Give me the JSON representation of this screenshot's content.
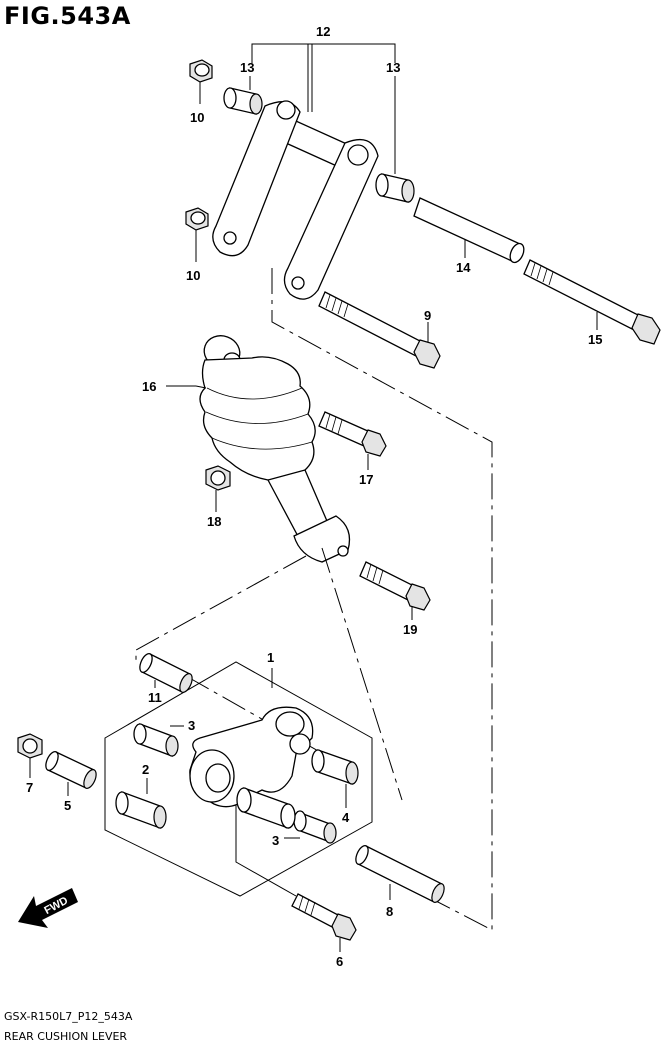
{
  "figure": {
    "title": "FIG.543A",
    "model_code": "GSX-R150L7_P12_543A",
    "section_name": "REAR CUSHION LEVER",
    "fwd_label": "FWD"
  },
  "callouts": [
    {
      "id": "c1",
      "label": "1"
    },
    {
      "id": "c2",
      "label": "2"
    },
    {
      "id": "c3a",
      "label": "3"
    },
    {
      "id": "c3b",
      "label": "3"
    },
    {
      "id": "c4",
      "label": "4"
    },
    {
      "id": "c5",
      "label": "5"
    },
    {
      "id": "c6",
      "label": "6"
    },
    {
      "id": "c7",
      "label": "7"
    },
    {
      "id": "c8",
      "label": "8"
    },
    {
      "id": "c9",
      "label": "9"
    },
    {
      "id": "c10a",
      "label": "10"
    },
    {
      "id": "c10b",
      "label": "10"
    },
    {
      "id": "c11",
      "label": "11"
    },
    {
      "id": "c12",
      "label": "12"
    },
    {
      "id": "c13a",
      "label": "13"
    },
    {
      "id": "c13b",
      "label": "13"
    },
    {
      "id": "c14",
      "label": "14"
    },
    {
      "id": "c15",
      "label": "15"
    },
    {
      "id": "c16",
      "label": "16"
    },
    {
      "id": "c17",
      "label": "17"
    },
    {
      "id": "c18",
      "label": "18"
    },
    {
      "id": "c19",
      "label": "19"
    }
  ]
}
